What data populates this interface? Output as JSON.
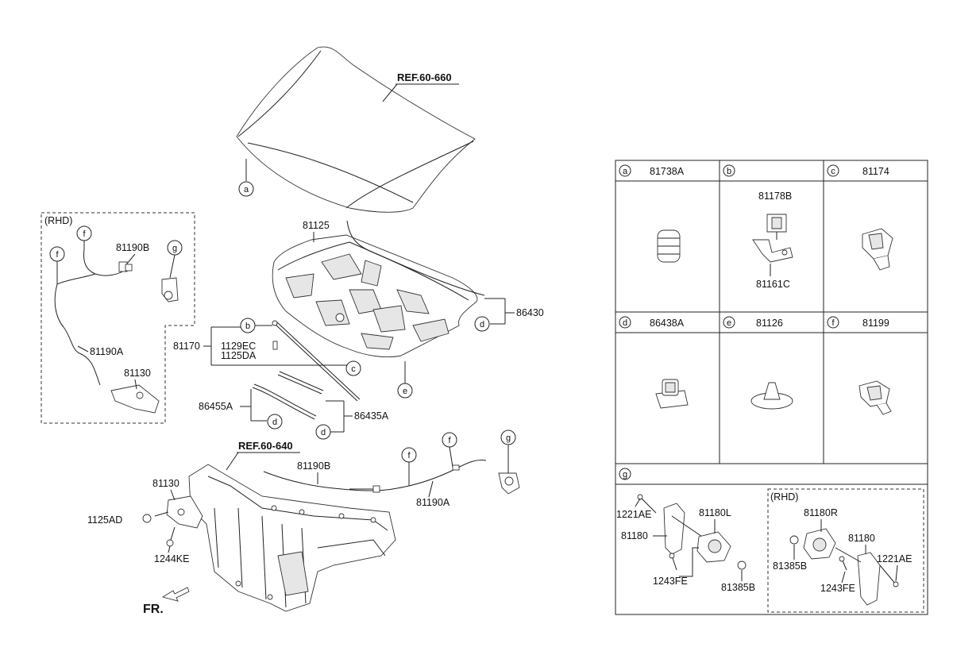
{
  "refs": {
    "hood": "REF.60-660",
    "radiator": "REF.60-640"
  },
  "callouts": {
    "a": "a",
    "b": "b",
    "c": "c",
    "d": "d",
    "e": "e",
    "f": "f",
    "g": "g"
  },
  "main_labels": {
    "p81125": "81125",
    "p86430": "86430",
    "p81170": "81170",
    "p1129EC": "1129EC",
    "p1125DA": "1125DA",
    "p86455A": "86455A",
    "p86435A": "86435A",
    "p81190B": "81190B",
    "p81190A": "81190A",
    "p81130": "81130",
    "p1125AD": "1125AD",
    "p1244KE": "1244KE",
    "fr": "FR."
  },
  "rhd_inset": {
    "title": "(RHD)",
    "p81190B": "81190B",
    "p81190A": "81190A",
    "p81130": "81130"
  },
  "legend_table": {
    "cells": [
      {
        "letter": "a",
        "part": "81738A"
      },
      {
        "letter": "b",
        "part": ""
      },
      {
        "letter": "c",
        "part": "81174"
      },
      {
        "letter": "d",
        "part": "86438A"
      },
      {
        "letter": "e",
        "part": "81126"
      },
      {
        "letter": "f",
        "part": "81199"
      }
    ],
    "b_sub": {
      "top": "81178B",
      "bottom": "81161C"
    },
    "g": {
      "letter": "g",
      "left": {
        "p1221AE": "1221AE",
        "p81180": "81180",
        "p81180L": "81180L",
        "p1243FE": "1243FE",
        "p81385B": "81385B"
      },
      "rhd": {
        "title": "(RHD)",
        "p81180R": "81180R",
        "p81180": "81180",
        "p81385B": "81385B",
        "p1221AE": "1221AE",
        "p1243FE": "1243FE"
      }
    }
  },
  "colors": {
    "line": "#222222",
    "background": "#ffffff"
  }
}
